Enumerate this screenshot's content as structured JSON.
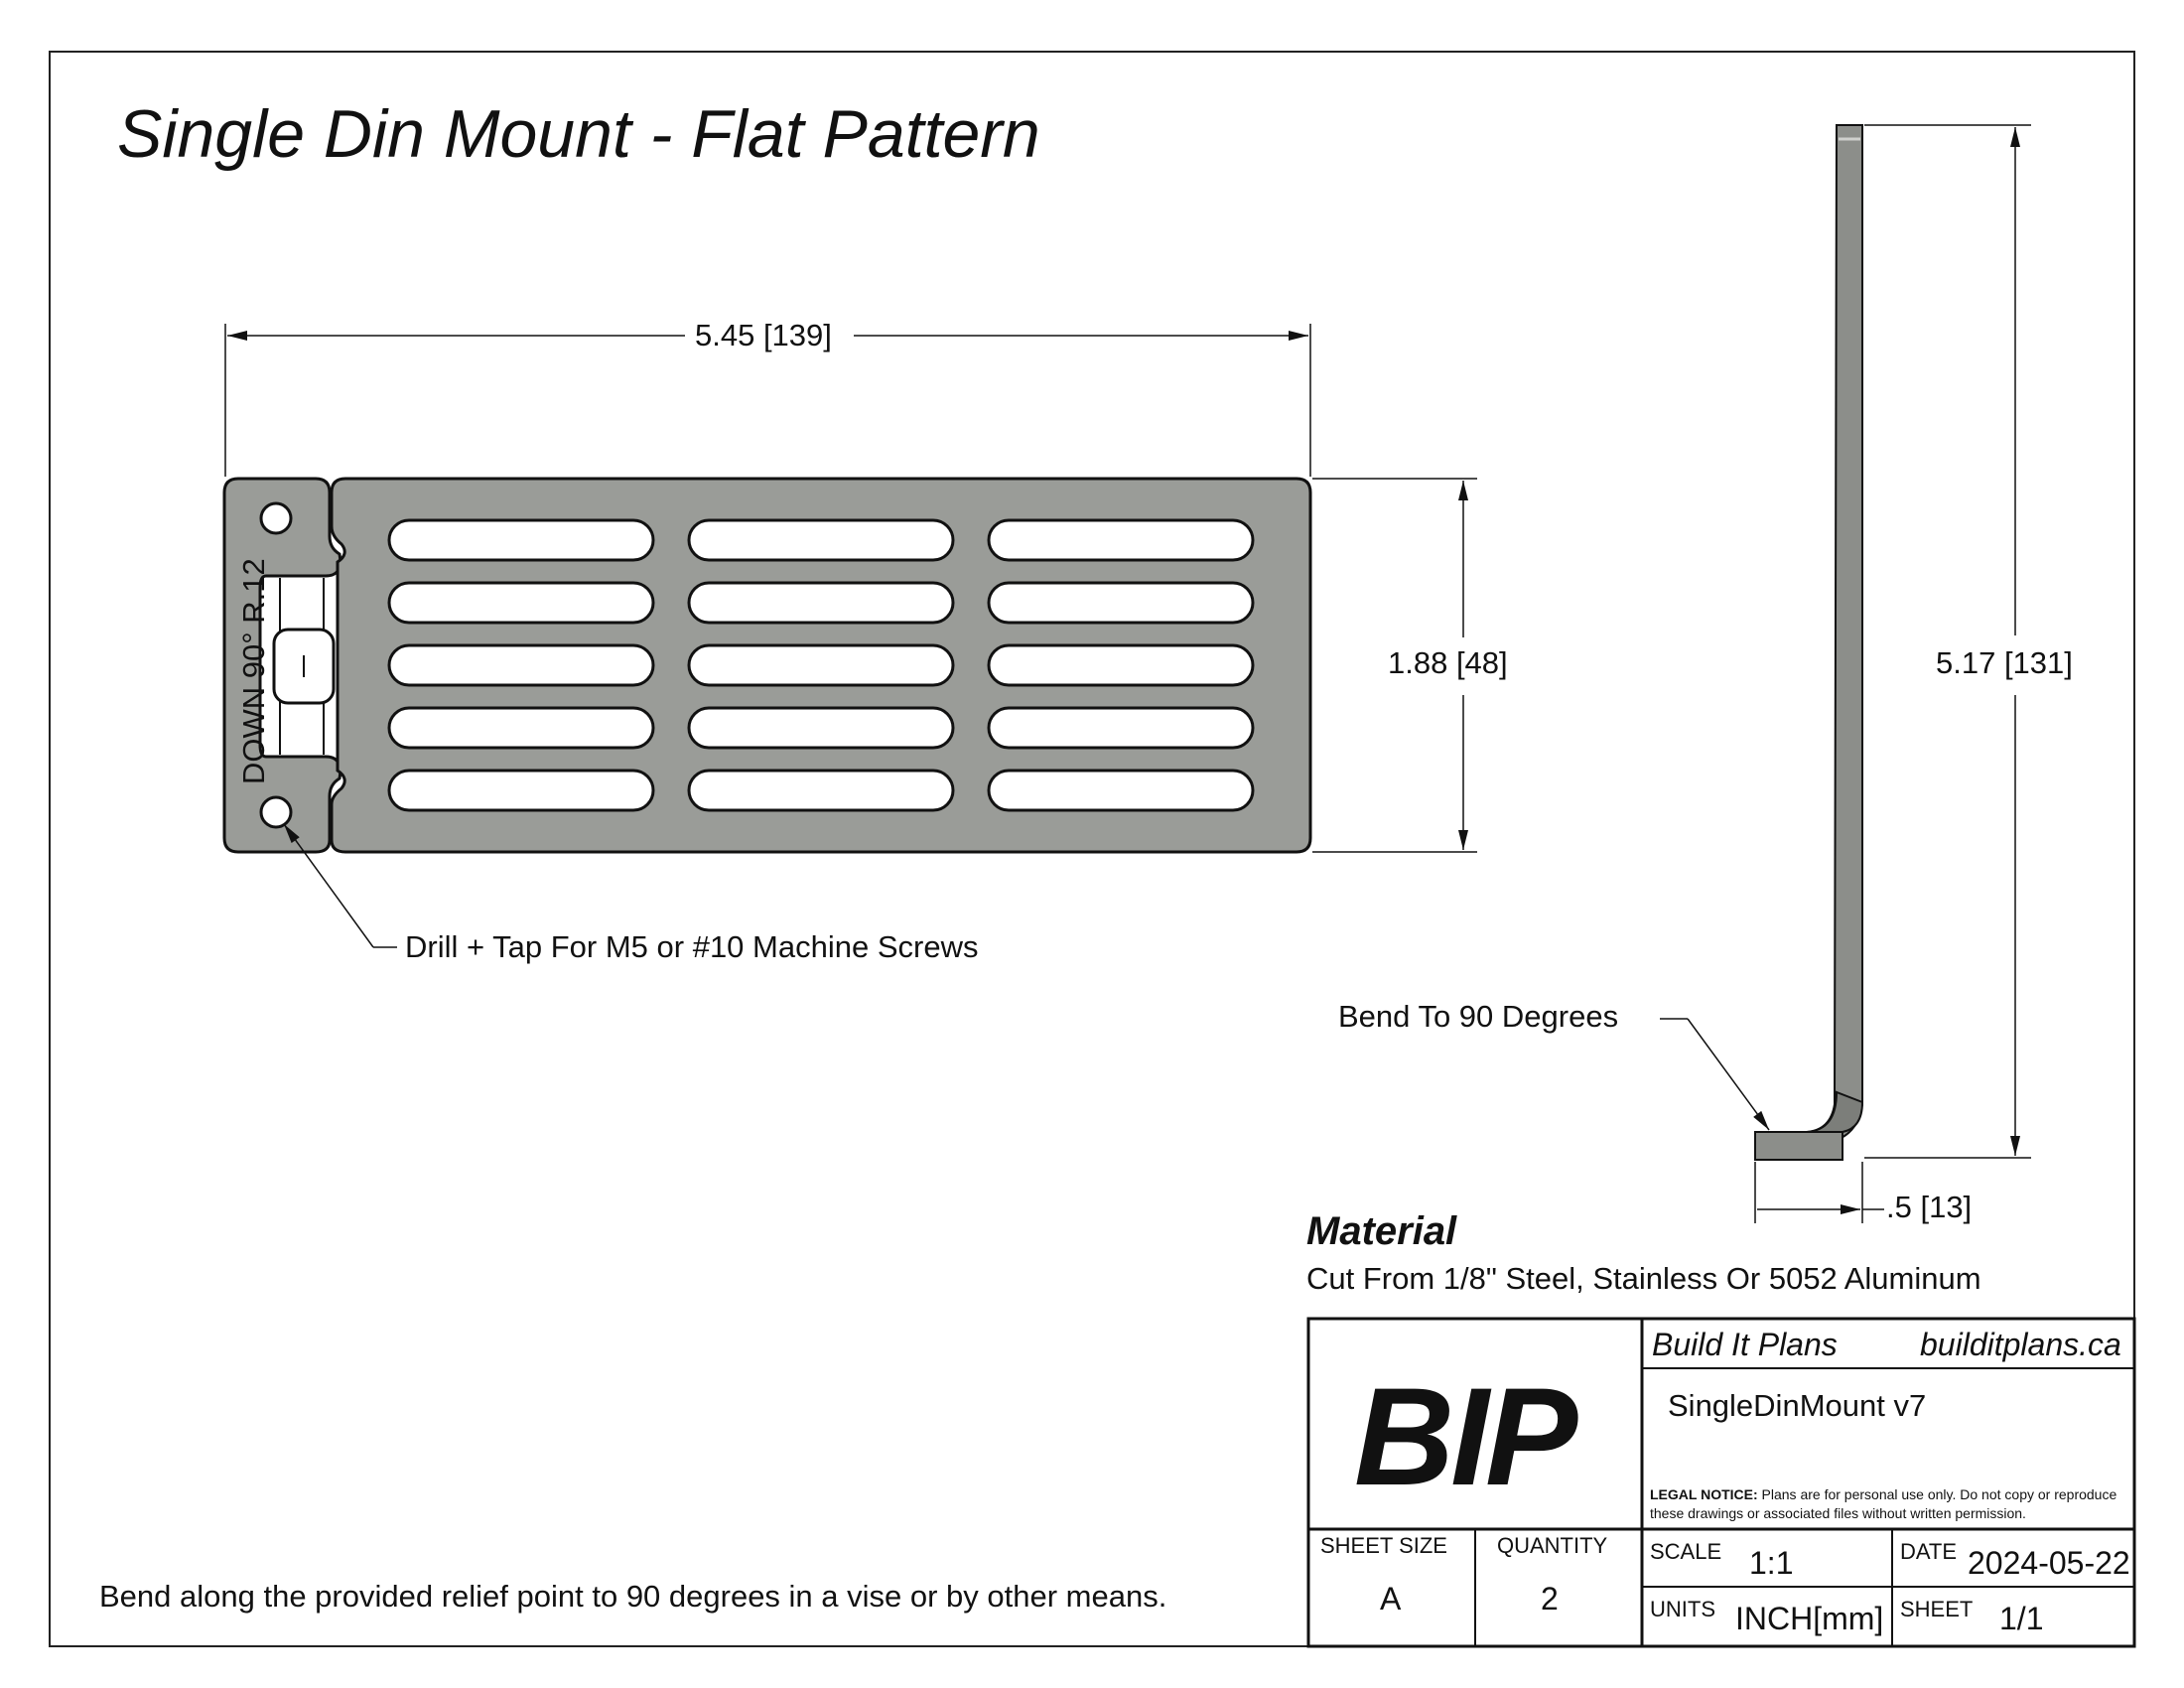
{
  "title": "Single Din Mount - Flat Pattern",
  "dimensions": {
    "width": "5.45 [139]",
    "height": "1.88 [48]",
    "side_length": "5.17 [131]",
    "foot": ".5 [13]"
  },
  "bend_label": "DOWN 90° R.12",
  "callouts": {
    "drill": "Drill + Tap For M5 or #10 Machine Screws",
    "bend": "Bend To 90 Degrees"
  },
  "material": {
    "heading": "Material",
    "description": "Cut From 1/8\" Steel, Stainless Or 5052 Aluminum"
  },
  "footer_note": "Bend along the provided relief point to 90 degrees in a vise or by other means.",
  "title_block": {
    "logo": "BIP",
    "company": "Build It Plans",
    "website": "builditplans.ca",
    "part_name": "SingleDinMount v7",
    "legal_label": "LEGAL NOTICE:",
    "legal_text": "Plans are for personal use only. Do not copy or reproduce these drawings or associated files without written permission.",
    "sheet_size_label": "SHEET SIZE",
    "sheet_size": "A",
    "quantity_label": "QUANTITY",
    "quantity": "2",
    "scale_label": "SCALE",
    "scale": "1:1",
    "date_label": "DATE",
    "date": "2024-05-22",
    "units_label": "UNITS",
    "units": "INCH[mm]",
    "sheet_label": "SHEET",
    "sheet": "1/1"
  },
  "colors": {
    "plate_fill": "#9a9c98",
    "line": "#111111"
  }
}
